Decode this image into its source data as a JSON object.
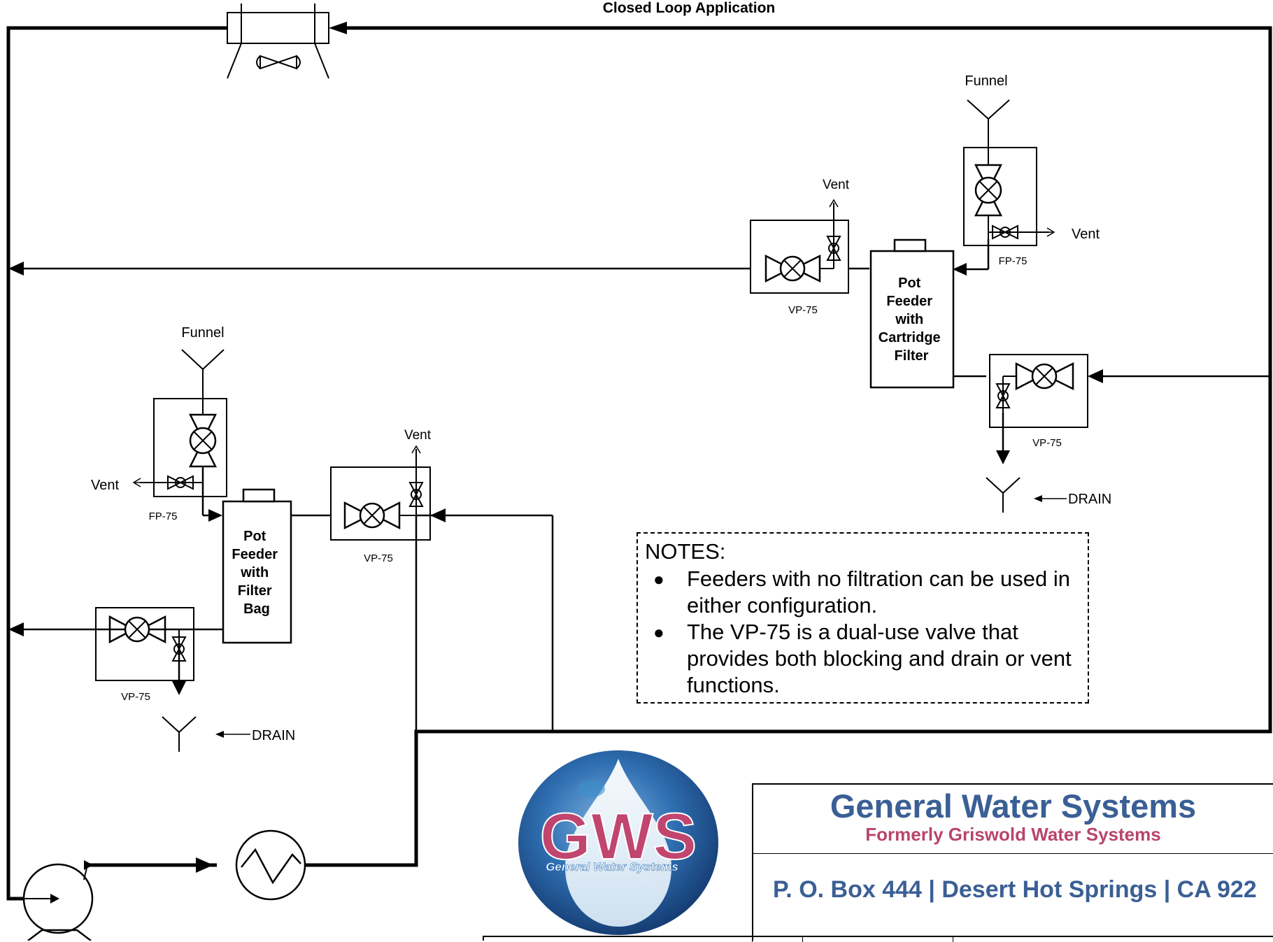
{
  "title": "Closed Loop Application",
  "labels": {
    "funnel_top": "Funnel",
    "funnel_left": "Funnel",
    "vent_top_vp": "Vent",
    "vent_top_fp": "Vent",
    "vent_left_fp": "Vent",
    "vent_left_vp": "Vent",
    "fp75_top": "FP-75",
    "fp75_left": "FP-75",
    "vp75_top_upper": "VP-75",
    "vp75_top_lower": "VP-75",
    "vp75_left_upper": "VP-75",
    "vp75_left_lower": "VP-75",
    "drain_right": "DRAIN",
    "drain_left": "DRAIN"
  },
  "feeder_right": [
    "Pot",
    "Feeder",
    "with",
    "Cartridge",
    "Filter"
  ],
  "feeder_left": [
    "Pot",
    "Feeder",
    "with",
    "Filter",
    "Bag"
  ],
  "notes": {
    "title": "NOTES:",
    "items": [
      "Feeders with no filtration can be used in either configuration.",
      "The VP-75 is a dual-use valve that provides both blocking and drain or vent functions."
    ]
  },
  "logo": {
    "text": "GWS",
    "subtext": "General Water Systems"
  },
  "title_block": {
    "company": "General Water Systems",
    "formerly": "Formerly Griswold Water Systems",
    "address": "P. O. Box 444 | Desert Hot Springs | CA 922"
  },
  "colors": {
    "company_blue": "#3a5f95",
    "accent_pink": "#b8456e",
    "line": "#000000"
  }
}
